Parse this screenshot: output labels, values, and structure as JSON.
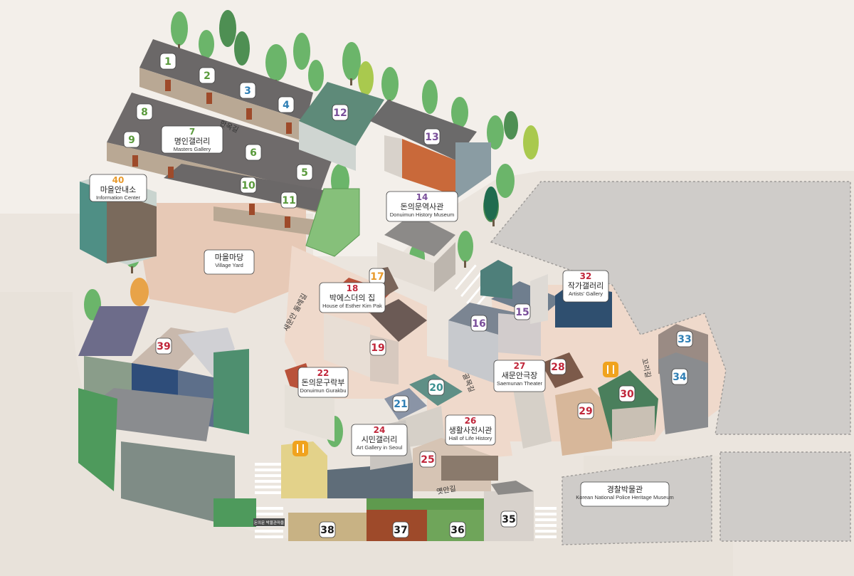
{
  "colors": {
    "green": "#5a9a3c",
    "blue": "#2f7fb5",
    "purple": "#7a4f9a",
    "red": "#c0263a",
    "orange": "#e89a2c",
    "teal": "#3a8f8f"
  },
  "markers": [
    {
      "n": "1",
      "color": "green"
    },
    {
      "n": "2",
      "color": "green"
    },
    {
      "n": "3",
      "color": "blue"
    },
    {
      "n": "4",
      "color": "blue"
    },
    {
      "n": "5",
      "color": "green"
    },
    {
      "n": "6",
      "color": "green"
    },
    {
      "n": "8",
      "color": "green"
    },
    {
      "n": "9",
      "color": "green"
    },
    {
      "n": "10",
      "color": "green"
    },
    {
      "n": "11",
      "color": "green"
    },
    {
      "n": "12",
      "color": "purple"
    },
    {
      "n": "13",
      "color": "purple"
    },
    {
      "n": "15",
      "color": "purple"
    },
    {
      "n": "16",
      "color": "purple"
    },
    {
      "n": "17",
      "color": "orange"
    },
    {
      "n": "19",
      "color": "red"
    },
    {
      "n": "20",
      "color": "teal"
    },
    {
      "n": "21",
      "color": "blue"
    },
    {
      "n": "25",
      "color": "red"
    },
    {
      "n": "28",
      "color": "red"
    },
    {
      "n": "29",
      "color": "red"
    },
    {
      "n": "30",
      "color": "red"
    },
    {
      "n": "33",
      "color": "blue"
    },
    {
      "n": "34",
      "color": "blue"
    },
    {
      "n": "35",
      "color": "black"
    },
    {
      "n": "36",
      "color": "black"
    },
    {
      "n": "37",
      "color": "black"
    },
    {
      "n": "38",
      "color": "black"
    },
    {
      "n": "39",
      "color": "red"
    }
  ],
  "labels": [
    {
      "n": "7",
      "color": "green",
      "ko": "명인갤러리",
      "en": "Masters Gallery"
    },
    {
      "n": "40",
      "color": "orange",
      "ko": "마을안내소",
      "en": "Information Center"
    },
    {
      "n": "14",
      "color": "purple",
      "ko": "돈의문역사관",
      "en": "Donuimun History Museum"
    },
    {
      "n": "18",
      "color": "red",
      "ko": "박에스더의 집",
      "en": "House of Esther Kim Pak"
    },
    {
      "n": "32",
      "color": "red",
      "ko": "작가갤러리",
      "en": "Artists' Gallery"
    },
    {
      "n": "22",
      "color": "red",
      "ko": "돈의문구락부",
      "en": "Donuimun Gurakbu"
    },
    {
      "n": "27",
      "color": "red",
      "ko": "새문안극장",
      "en": "Saemunan Theater"
    },
    {
      "n": "24",
      "color": "red",
      "ko": "시민갤러리",
      "en": "Art Gallery in Seoul"
    },
    {
      "n": "26",
      "color": "red",
      "ko": "생활사전시관",
      "en": "Hall of Life History"
    },
    {
      "n": "",
      "color": "black",
      "ko": "마을마당",
      "en": "Village Yard"
    },
    {
      "n": "",
      "color": "black",
      "ko": "경찰박물관",
      "en": "Korean National Police Heritage Museum"
    }
  ],
  "streets": [
    "한옥길",
    "새문안 둘레길",
    "골목길",
    "꼬리길",
    "옛안길"
  ],
  "small_sign": "돈의문 박물관마을"
}
